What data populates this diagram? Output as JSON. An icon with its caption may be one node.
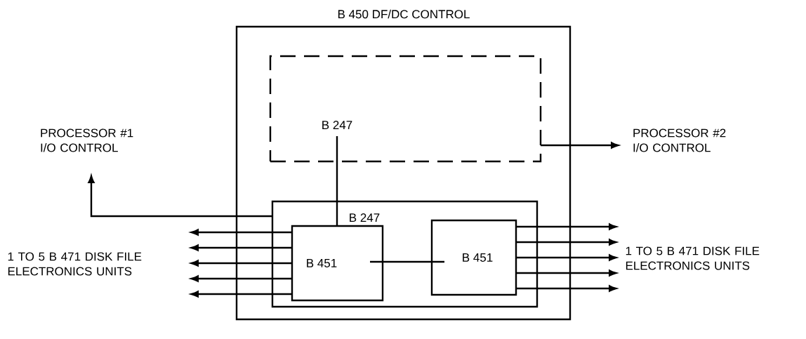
{
  "diagram": {
    "nodes": [
      {
        "text": [
          "B 450 DF/DC CONTROL"
        ]
      },
      {
        "text": [
          "B 247"
        ],
        "in": 0
      },
      {
        "text": [
          "B 247"
        ],
        "in": 0
      },
      {
        "text": [
          "B 451"
        ],
        "in": 2
      },
      {
        "text": [
          "B 451"
        ],
        "in": 2
      },
      {
        "text": [
          "PROCESSOR #1 I/O CONTROL"
        ]
      },
      {
        "text": [
          "PROCESSOR #2 I/O CONTROL"
        ]
      },
      {
        "text": [
          "1 TO 5 B 471 DISK FILE ELECTRONICS UNITS"
        ]
      },
      {
        "text": [
          "1 TO 5 B 471 DISK FILE ELECTRONICS UNITS"
        ]
      }
    ],
    "edges": [
      {
        "from": 1,
        "to": 3,
        "arrow": "none"
      },
      {
        "from": 3,
        "to": 4,
        "arrow": "none"
      },
      {
        "from": 2,
        "to": 5,
        "arrow": "to"
      },
      {
        "from": 1,
        "to": 6,
        "arrow": "to"
      },
      {
        "from": 3,
        "to": 7,
        "arrow": "to"
      },
      {
        "from": 3,
        "to": 7,
        "arrow": "to"
      },
      {
        "from": 3,
        "to": 7,
        "arrow": "to"
      },
      {
        "from": 3,
        "to": 7,
        "arrow": "to"
      },
      {
        "from": 3,
        "to": 7,
        "arrow": "to"
      },
      {
        "from": 4,
        "to": 8,
        "arrow": "to"
      },
      {
        "from": 4,
        "to": 8,
        "arrow": "to"
      },
      {
        "from": 4,
        "to": 8,
        "arrow": "to"
      },
      {
        "from": 4,
        "to": 8,
        "arrow": "to"
      },
      {
        "from": 4,
        "to": 8,
        "arrow": "to"
      }
    ]
  }
}
